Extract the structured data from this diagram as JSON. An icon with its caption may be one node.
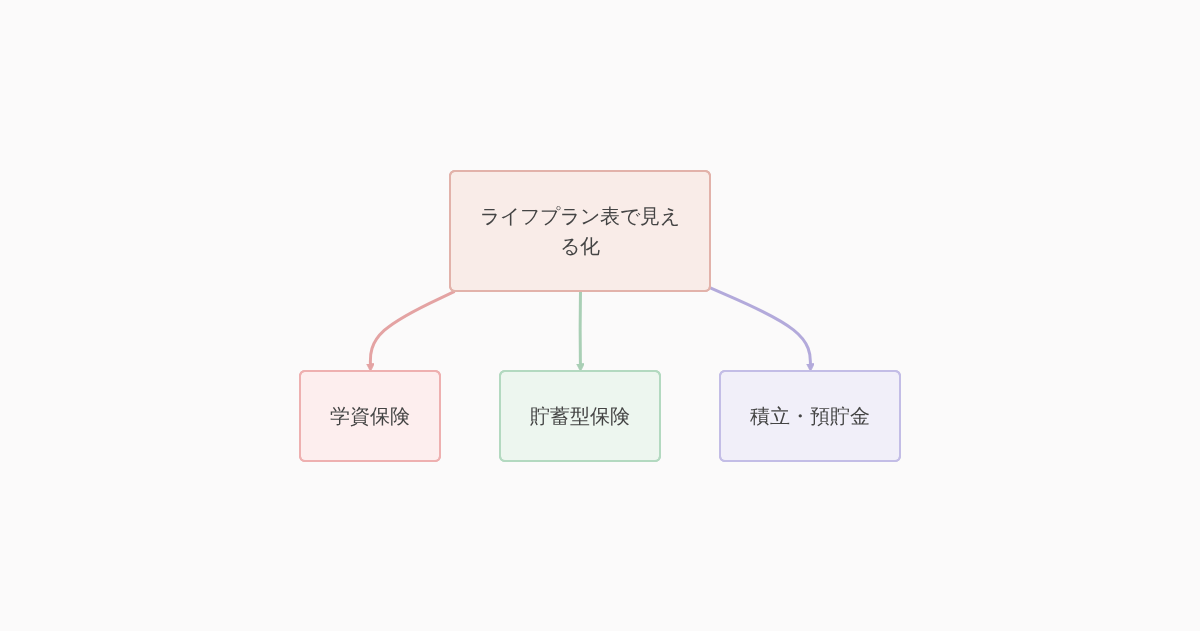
{
  "diagram": {
    "nodes": [
      {
        "text": [
          "ライフプラン表で見える化"
        ]
      },
      {
        "text": [
          "学資保険"
        ]
      },
      {
        "text": [
          "貯蓄型保険"
        ]
      },
      {
        "text": [
          "積立・預貯金"
        ]
      }
    ],
    "edges": [
      {
        "from": 0,
        "to": 1,
        "arrow": "to",
        "color": "#e4a3a3"
      },
      {
        "from": 0,
        "to": 2,
        "arrow": "to",
        "color": "#a9cfb5"
      },
      {
        "from": 0,
        "to": 3,
        "arrow": "to",
        "color": "#b3aadb"
      }
    ]
  }
}
